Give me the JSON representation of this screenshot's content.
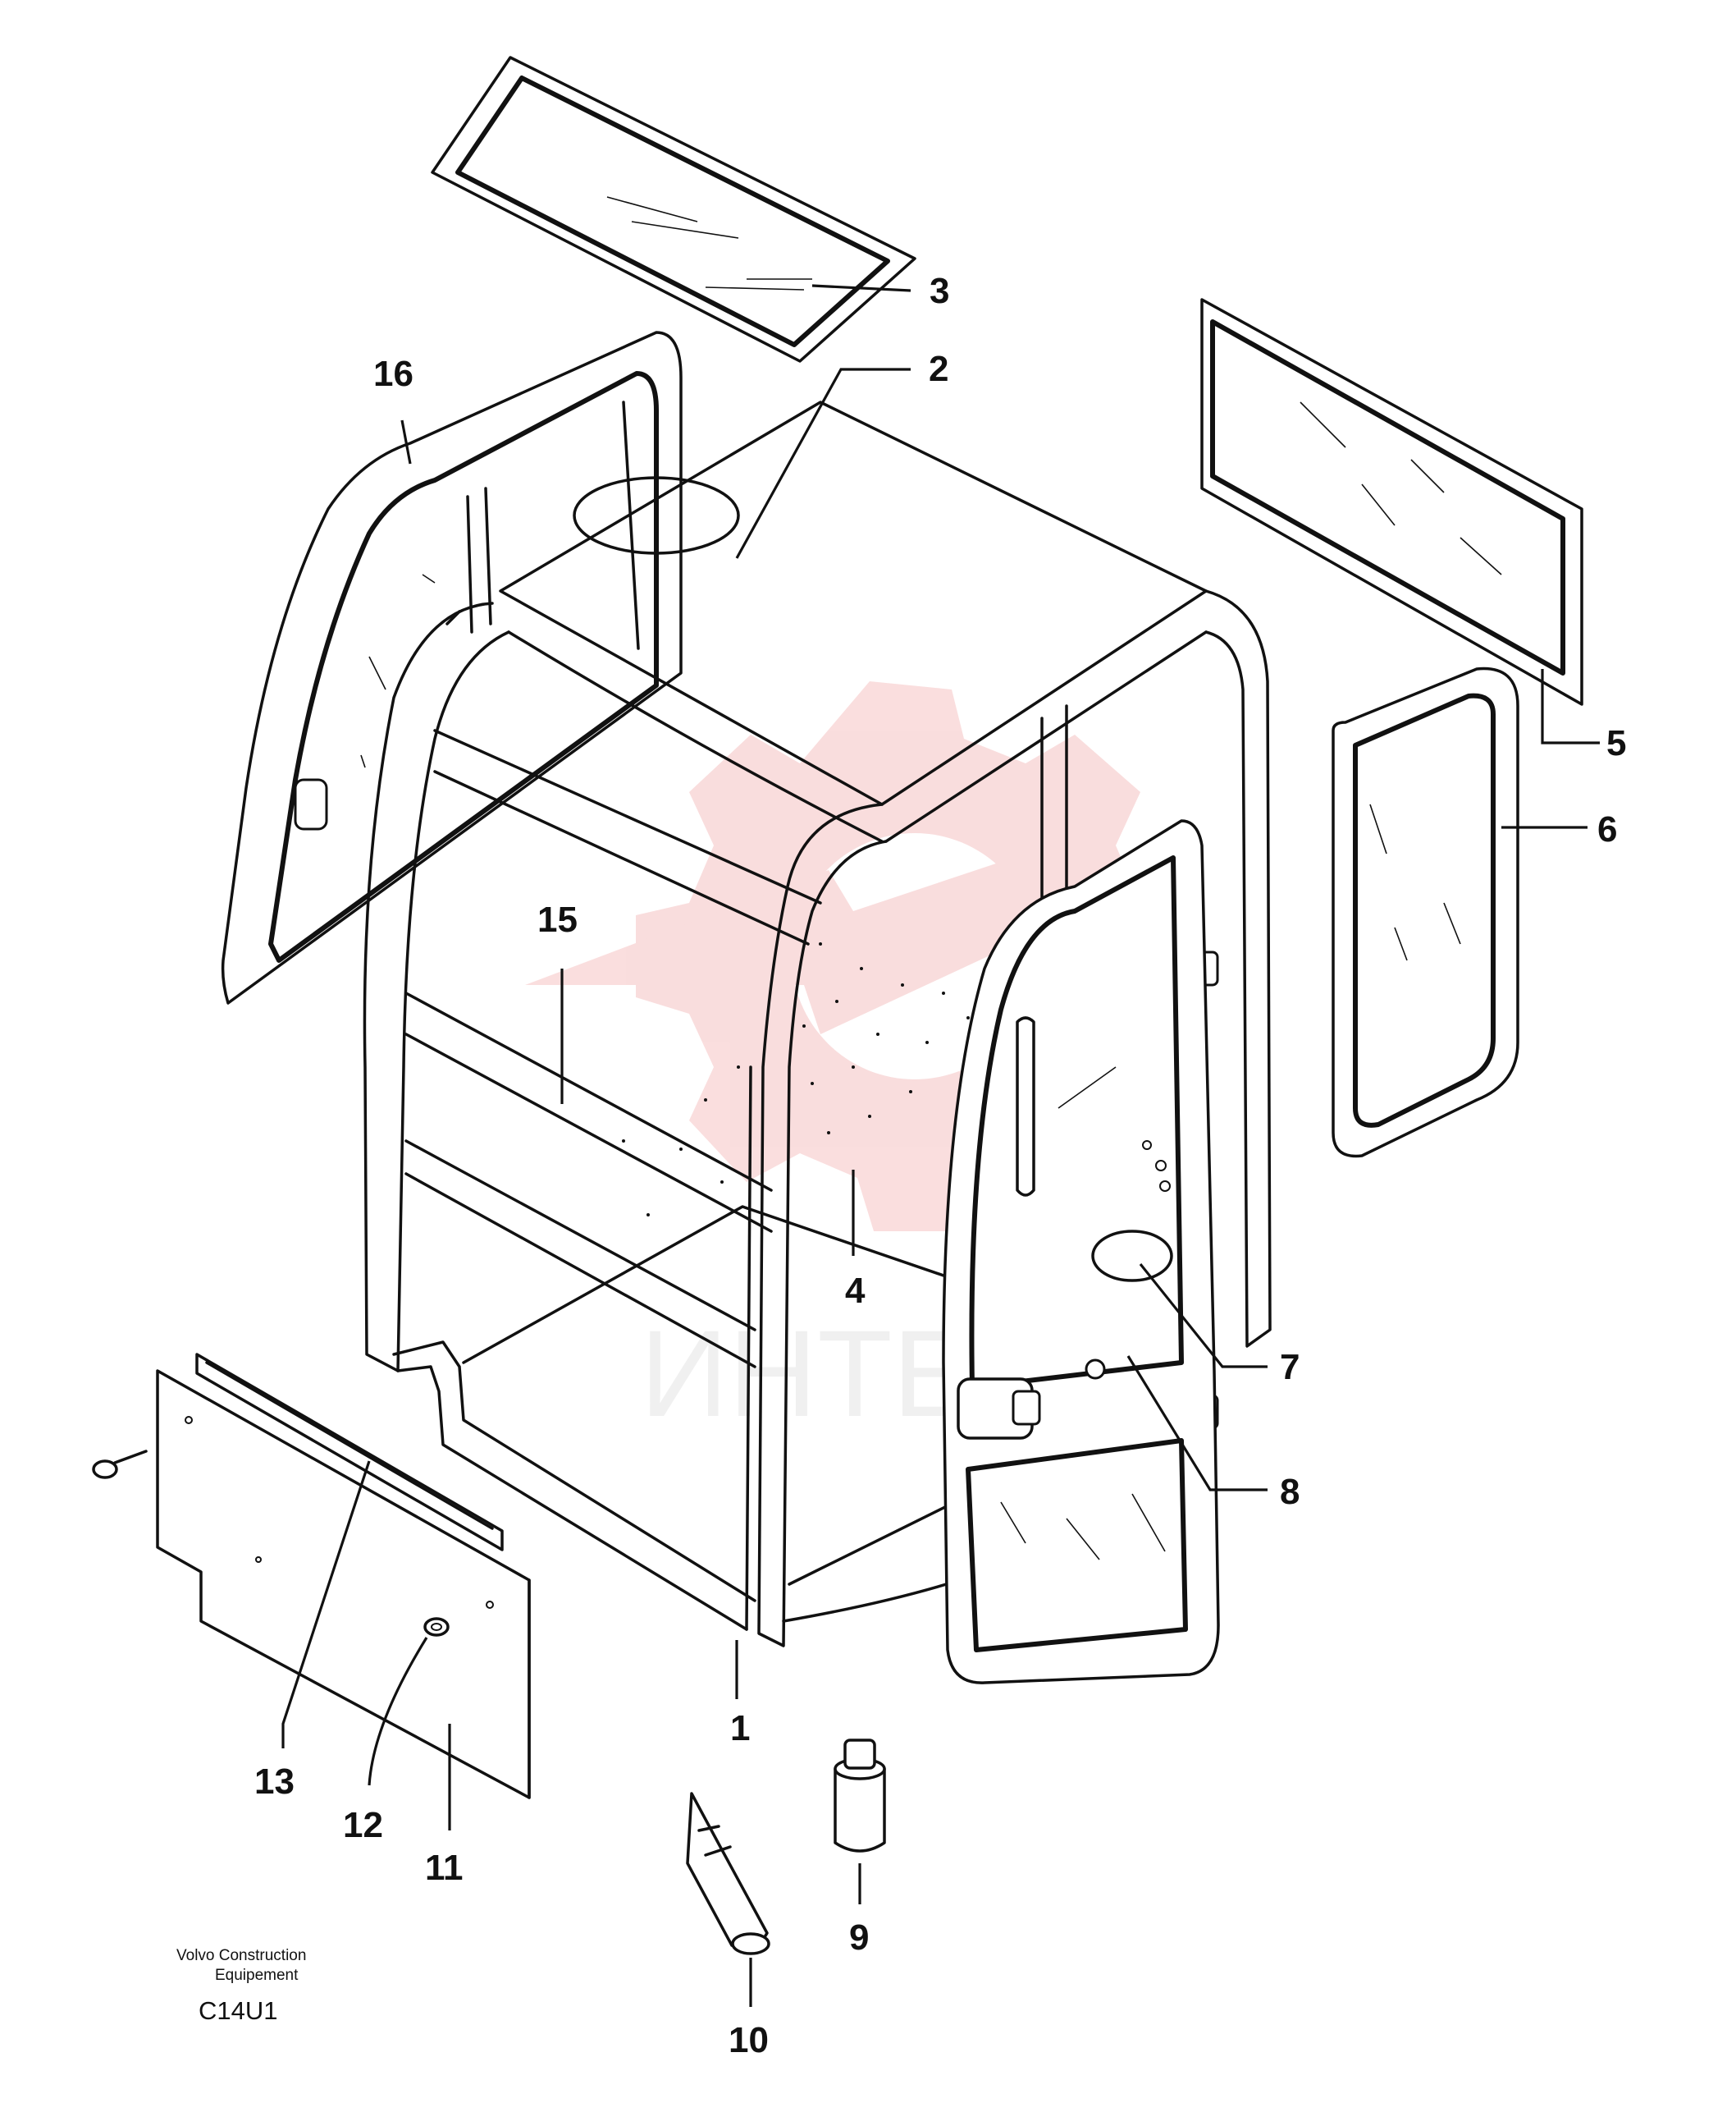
{
  "diagram": {
    "parts": [
      {
        "number": "1",
        "ref": "cab-frame"
      },
      {
        "number": "2",
        "ref": "roof-hatch-opening"
      },
      {
        "number": "3",
        "ref": "roof-window"
      },
      {
        "number": "4",
        "ref": "floor-panel"
      },
      {
        "number": "5",
        "ref": "rear-window"
      },
      {
        "number": "6",
        "ref": "right-side-window"
      },
      {
        "number": "7",
        "ref": "door-window-hole"
      },
      {
        "number": "8",
        "ref": "door"
      },
      {
        "number": "9",
        "ref": "rubber-buffer"
      },
      {
        "number": "10",
        "ref": "plug"
      },
      {
        "number": "11",
        "ref": "lower-side-panel"
      },
      {
        "number": "12",
        "ref": "grommet"
      },
      {
        "number": "13",
        "ref": "seal-strip"
      },
      {
        "number": "15",
        "ref": "floor-mat"
      },
      {
        "number": "16",
        "ref": "left-side-window"
      }
    ]
  },
  "footer": {
    "maker_line1": "Volvo Construction",
    "maker_line2": "Equipement",
    "figure_code": "C14U1"
  },
  "watermark": {
    "text": "ИНТЕХ",
    "gear_color": "#f5c2c2",
    "text_color": "#e5e5e5"
  }
}
